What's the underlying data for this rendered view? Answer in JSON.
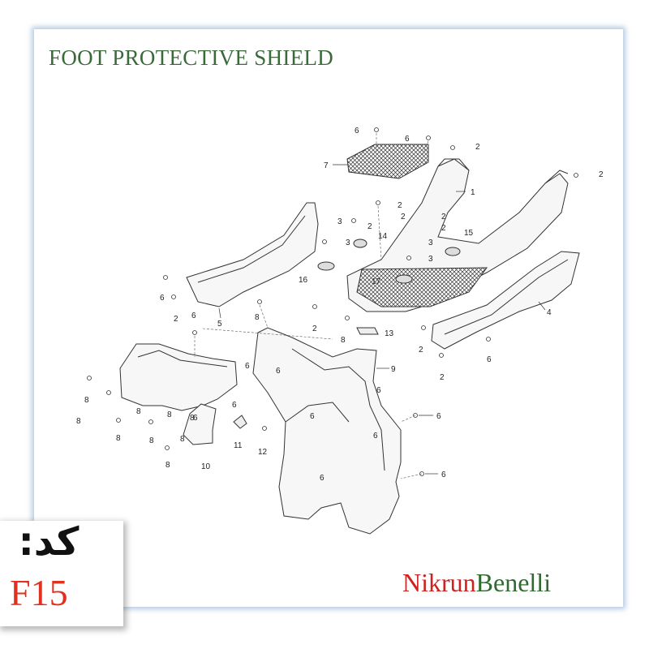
{
  "title": "FOOT PROTECTIVE SHIELD",
  "code": {
    "label": "کد:",
    "value": "F15"
  },
  "brand": {
    "part1": "Nikrun",
    "part2": "Benelli"
  },
  "colors": {
    "title": "#3a6a3a",
    "code_value": "#e03020",
    "brand_part1": "#cc2222",
    "brand_part2": "#2f6a2f",
    "frame_shadow": "#78a0c8"
  },
  "callouts": [
    "1",
    "2",
    "3",
    "4",
    "5",
    "6",
    "7",
    "8",
    "9",
    "10",
    "11",
    "12",
    "13",
    "14",
    "15",
    "16",
    "17"
  ]
}
